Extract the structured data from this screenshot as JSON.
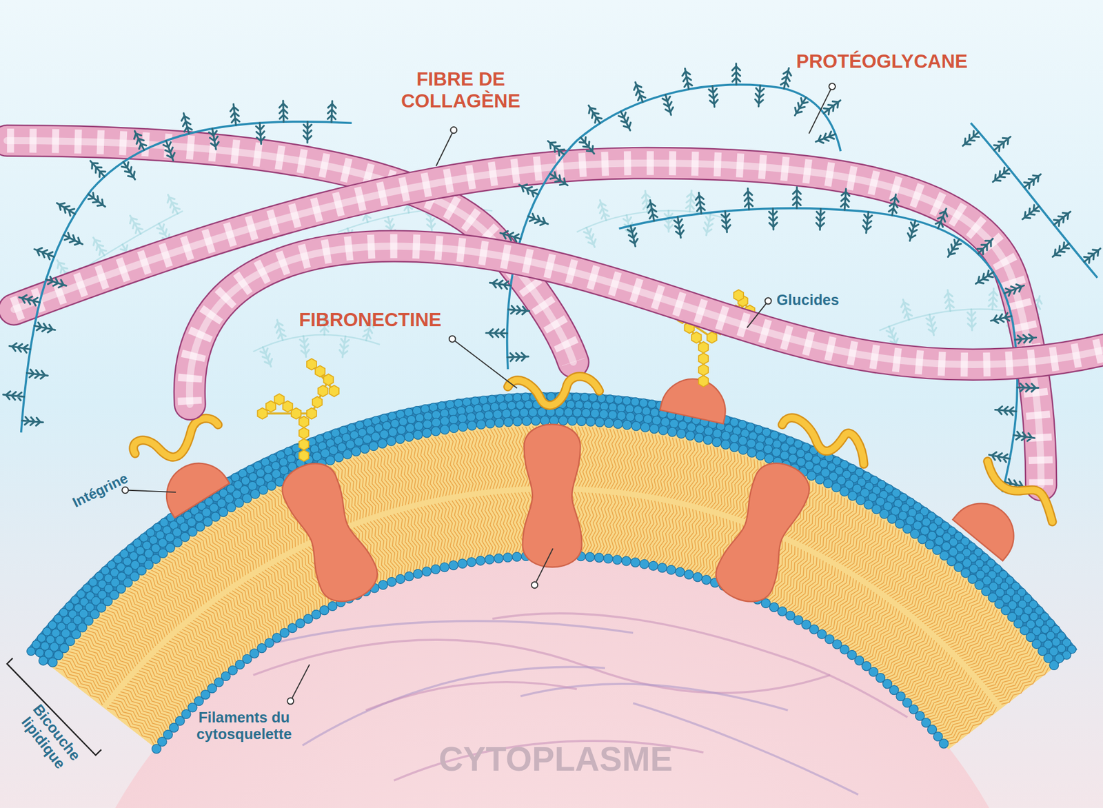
{
  "diagram": {
    "labels": [
      "FIBRE DE COLLAGÈNE",
      "PROTÉOGLYCANE",
      "FIBRONECTINE",
      "Glucides",
      "Intégrine",
      "Filaments du cytosquelette",
      "Bicouche lipidique",
      "CYTOPLASME"
    ]
  }
}
